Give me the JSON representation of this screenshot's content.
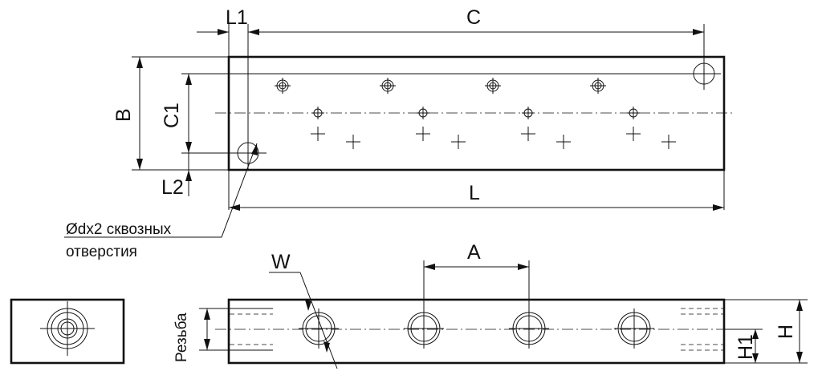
{
  "dimensions": {
    "l1": "L1",
    "c": "C",
    "b": "B",
    "c1": "C1",
    "l2": "L2",
    "l": "L",
    "w": "W",
    "a": "A",
    "h": "H",
    "h1": "H1",
    "thread": "Резьба"
  },
  "callout": {
    "line1": "Ødx2 сквозных",
    "line2": "отверстия"
  }
}
